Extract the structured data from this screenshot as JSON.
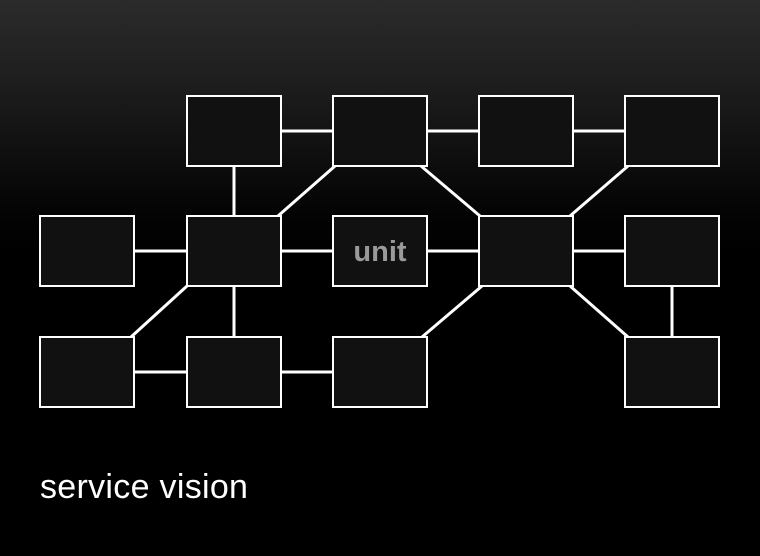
{
  "caption": "service vision",
  "colors": {
    "background": "#000000",
    "stroke": "#ffffff",
    "label": "#9a9a9a"
  },
  "nodes": [
    {
      "id": "top-1",
      "label": ""
    },
    {
      "id": "top-2",
      "label": ""
    },
    {
      "id": "top-3",
      "label": ""
    },
    {
      "id": "top-4",
      "label": ""
    },
    {
      "id": "mid-left",
      "label": ""
    },
    {
      "id": "mid-hub",
      "label": ""
    },
    {
      "id": "unit",
      "label": "unit"
    },
    {
      "id": "mid-right-hub",
      "label": ""
    },
    {
      "id": "mid-far-right",
      "label": ""
    },
    {
      "id": "bottom-1",
      "label": ""
    },
    {
      "id": "bottom-2",
      "label": ""
    },
    {
      "id": "bottom-3",
      "label": ""
    },
    {
      "id": "bottom-4",
      "label": ""
    }
  ],
  "edges": [
    [
      "top-1",
      "top-2"
    ],
    [
      "top-2",
      "top-3"
    ],
    [
      "top-3",
      "top-4"
    ],
    [
      "top-1",
      "mid-hub"
    ],
    [
      "top-2",
      "mid-hub"
    ],
    [
      "top-2",
      "mid-right-hub"
    ],
    [
      "top-4",
      "mid-right-hub"
    ],
    [
      "mid-left",
      "mid-hub"
    ],
    [
      "mid-hub",
      "unit"
    ],
    [
      "unit",
      "mid-right-hub"
    ],
    [
      "mid-right-hub",
      "mid-far-right"
    ],
    [
      "mid-hub",
      "bottom-1"
    ],
    [
      "mid-hub",
      "bottom-2"
    ],
    [
      "bottom-1",
      "bottom-2"
    ],
    [
      "bottom-2",
      "bottom-3"
    ],
    [
      "bottom-3",
      "mid-right-hub"
    ],
    [
      "mid-right-hub",
      "bottom-4"
    ],
    [
      "mid-far-right",
      "bottom-4"
    ]
  ]
}
